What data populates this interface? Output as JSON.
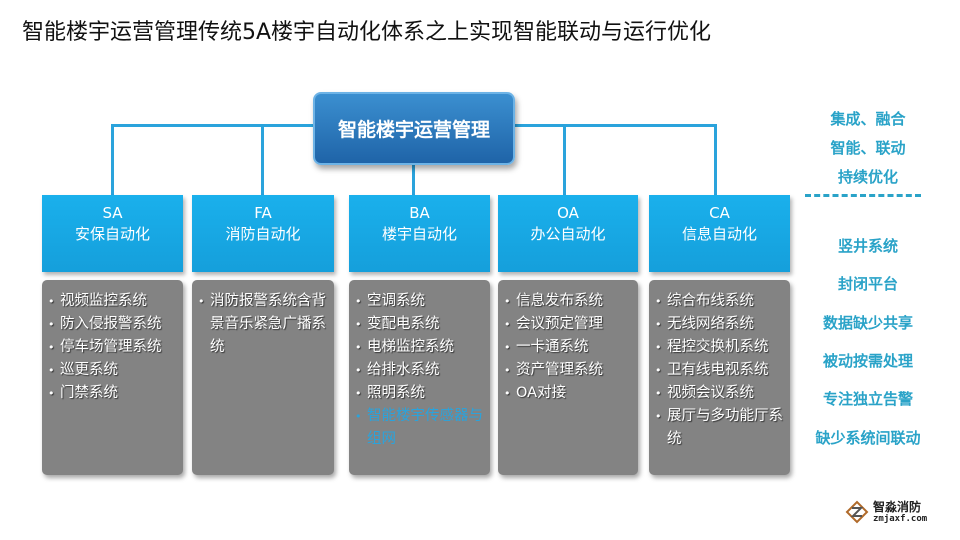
{
  "title": "智能楼宇运营管理传统5A楼宇自动化体系之上实现智能联动与运行优化",
  "center": "智能楼宇运营管理",
  "columns": [
    {
      "code": "SA",
      "name": "安保自动化",
      "items": [
        "视频监控系统",
        "防入侵报警系统",
        "停车场管理系统",
        "巡更系统",
        "门禁系统"
      ]
    },
    {
      "code": "FA",
      "name": "消防自动化",
      "items": [
        "消防报警系统含背景音乐紧急广播系统"
      ]
    },
    {
      "code": "BA",
      "name": "楼宇自动化",
      "items": [
        "空调系统",
        "变配电系统",
        "电梯监控系统",
        "给排水系统",
        "照明系统",
        "智能楼宇传感器与组网"
      ]
    },
    {
      "code": "OA",
      "name": "办公自动化",
      "items": [
        " 信息发布系统",
        "会议预定管理",
        "一卡通系统",
        "资产管理系统",
        "OA对接"
      ]
    },
    {
      "code": "CA",
      "name": "信息自动化",
      "items": [
        "综合布线系统",
        "无线网络系统",
        "程控交换机系统",
        "卫有线电视系统",
        "视频会议系统",
        "展厅与多功能厅系统"
      ]
    }
  ],
  "side_top": [
    "集成、融合",
    "智能、联动",
    "持续优化"
  ],
  "side_bottom": [
    "竖井系统",
    "封闭平台",
    "数据缺少共享",
    "被动按需处理",
    "专注独立告警",
    "缺少系统间联动"
  ],
  "logo": {
    "name": "智淼消防",
    "url": "zmjaxf.com"
  },
  "colors": {
    "accent": "#159fdb",
    "side_text": "#2aa3c8",
    "box": "#838383"
  }
}
